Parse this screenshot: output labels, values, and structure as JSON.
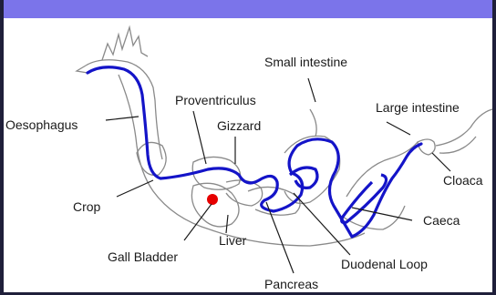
{
  "diagram": {
    "labels": {
      "oesophagus": "Oesophagus",
      "crop": "Crop",
      "gall_bladder": "Gall Bladder",
      "liver": "Liver",
      "proventriculus": "Proventriculus",
      "gizzard": "Gizzard",
      "small_intestine": "Small intestine",
      "large_intestine": "Large intestine",
      "cloaca": "Cloaca",
      "caeca": "Caeca",
      "duodenal_loop": "Duodenal Loop",
      "pancreas": "Pancreas"
    },
    "colors": {
      "tract_path": "#1414c8",
      "gall_bladder_dot": "#e60000",
      "top_bar": "#7b74ea",
      "outline": "#8a8a8a"
    }
  }
}
